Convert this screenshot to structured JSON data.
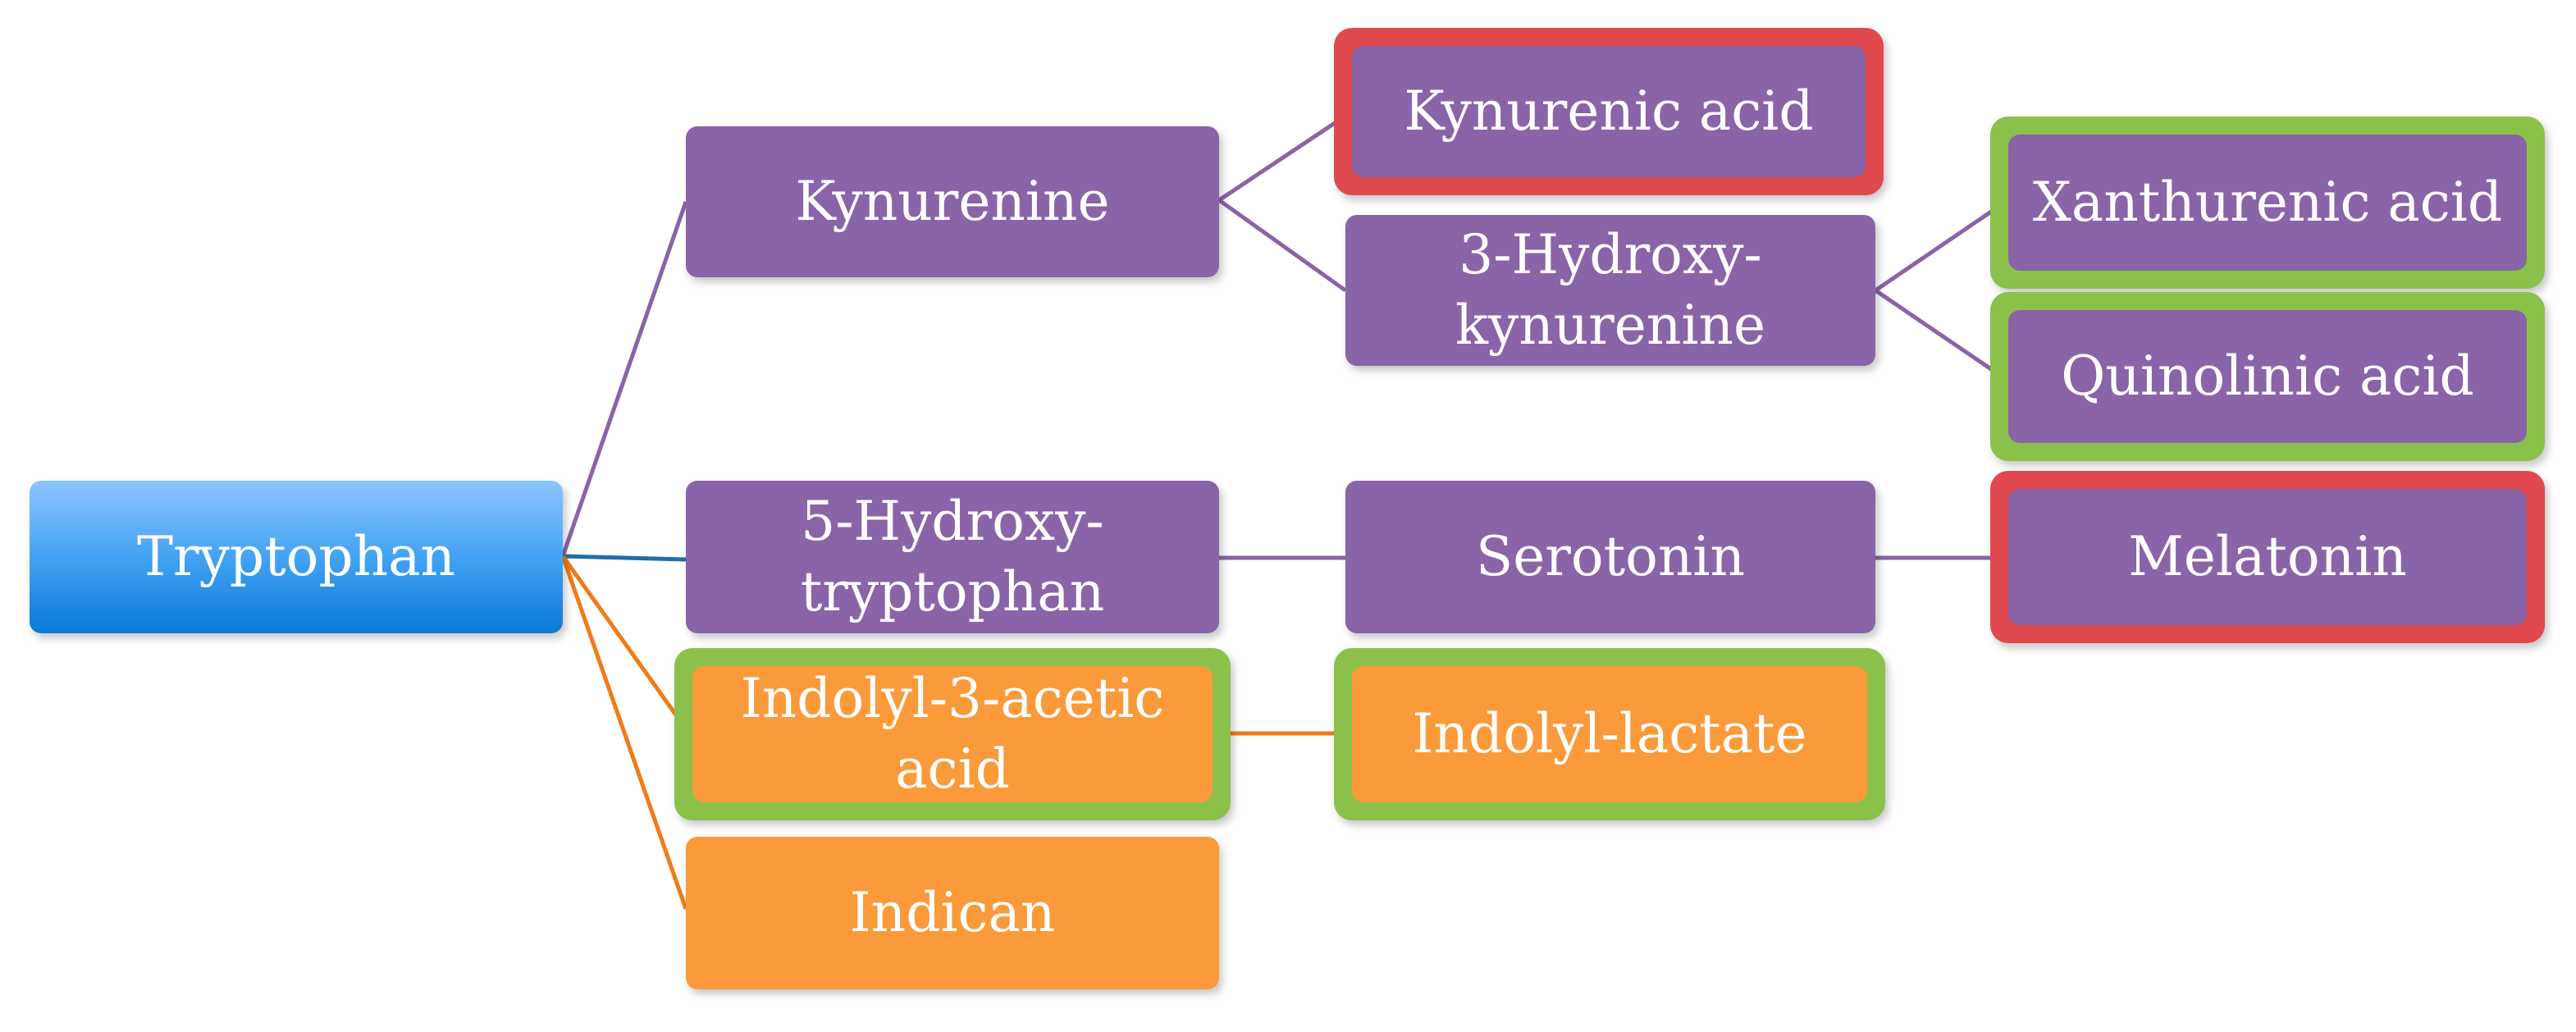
{
  "colors": {
    "purple": "#8964a8",
    "orange": "#fb9a3a",
    "blue": "#2f95ec",
    "red_outline": "#e0494d",
    "green_outline": "#8bc14a",
    "purple_link": "#8964a8",
    "orange_link": "#f07b17",
    "blue_link": "#1f6fa8"
  },
  "nodes": {
    "tryptophan": "Tryptophan",
    "kynurenine": "Kynurenine",
    "kynurenic_acid": "Kynurenic acid",
    "hydroxykynurenine": "3-Hydroxy-\nkynurenine",
    "xanthurenic_acid": "Xanthurenic acid",
    "quinolinic_acid": "Quinolinic acid",
    "hydroxytryptophan": "5-Hydroxy-\ntryptophan",
    "serotonin": "Serotonin",
    "melatonin": "Melatonin",
    "indolyl_acetic_acid": "Indolyl-3-acetic\nacid",
    "indolyl_lactate": "Indolyl-lactate",
    "indican": "Indican"
  }
}
